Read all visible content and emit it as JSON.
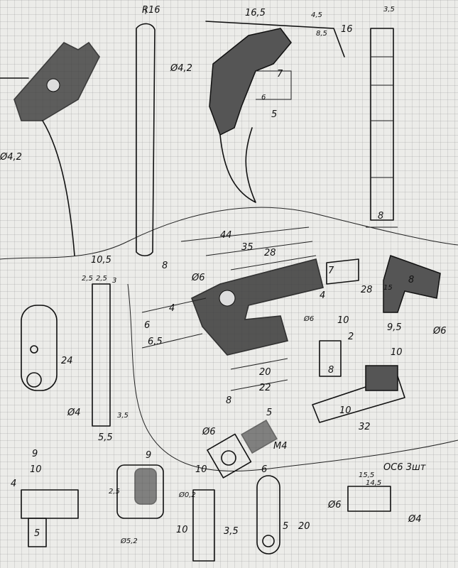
{
  "title": "Hand-drawn part sketches with dimensions",
  "labels": [
    "R16",
    "16,5",
    "4,5",
    "8,5",
    "16",
    "Ø4,2",
    "Ø4,2",
    "7",
    "6",
    "5",
    "3,5",
    "8",
    "44",
    "35",
    "28",
    "7",
    "Ø6",
    "4",
    "6",
    "6,5",
    "4",
    "Ø6",
    "10",
    "20",
    "22",
    "8",
    "10,5",
    "2,5",
    "2,5",
    "3",
    "24",
    "Ø4",
    "5,5",
    "3,5",
    "9",
    "10",
    "4",
    "5",
    "9",
    "2,5",
    "10",
    "Ø0,2",
    "10",
    "3,5",
    "Ø5,2",
    "6",
    "5",
    "20",
    "ОС6 3шт",
    "15,5",
    "14,5",
    "Ø6",
    "Ø4",
    "28",
    "15",
    "8",
    "9,5",
    "2",
    "8",
    "10",
    "Ø6",
    "10",
    "32",
    "5",
    "M4",
    "Ø6",
    "8"
  ]
}
